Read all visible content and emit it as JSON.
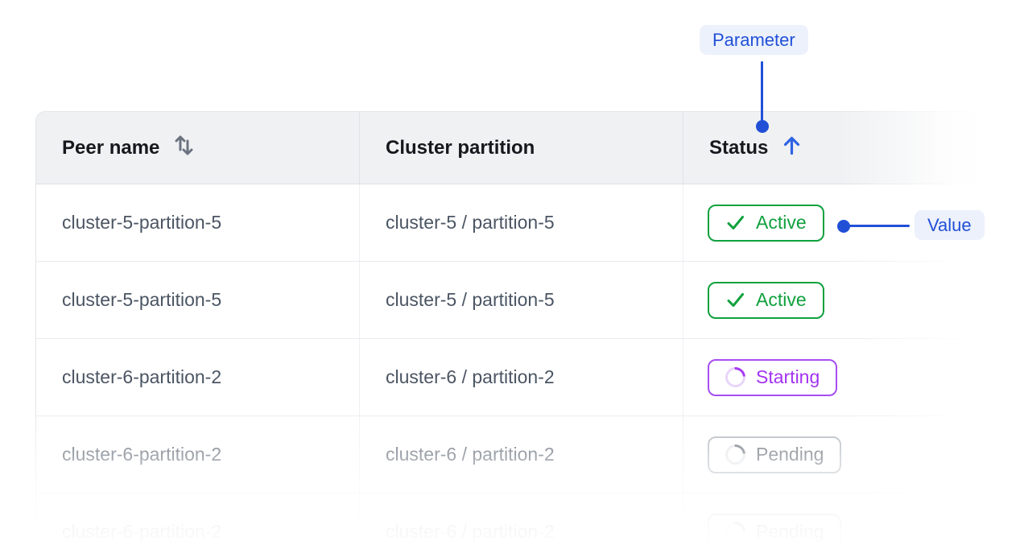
{
  "annotations": {
    "parameter_label": "Parameter",
    "value_label": "Value"
  },
  "table": {
    "columns": [
      {
        "label": "Peer name",
        "sort_icon": "sort-both-icon",
        "sort_state": "unsorted"
      },
      {
        "label": "Cluster partition",
        "sort_icon": "none",
        "sort_state": "none"
      },
      {
        "label": "Status",
        "sort_icon": "arrow-up-icon",
        "sort_state": "ascending"
      }
    ],
    "rows": [
      {
        "peer_name": "cluster-5-partition-5",
        "cluster_partition": "cluster-5 / partition-5",
        "status_label": "Active",
        "status_kind": "active",
        "status_icon": "check-icon"
      },
      {
        "peer_name": "cluster-5-partition-5",
        "cluster_partition": "cluster-5 / partition-5",
        "status_label": "Active",
        "status_kind": "active",
        "status_icon": "check-icon"
      },
      {
        "peer_name": "cluster-6-partition-2",
        "cluster_partition": "cluster-6 / partition-2",
        "status_label": "Starting",
        "status_kind": "starting",
        "status_icon": "spinner-icon"
      },
      {
        "peer_name": "cluster-6-partition-2",
        "cluster_partition": "cluster-6 / partition-2",
        "status_label": "Pending",
        "status_kind": "pending",
        "status_icon": "spinner-icon"
      },
      {
        "peer_name": "cluster-6-partition-2",
        "cluster_partition": "cluster-6 / partition-2",
        "status_label": "Pending",
        "status_kind": "pending",
        "status_icon": "spinner-icon"
      }
    ]
  },
  "colors": {
    "annotation_blue": "#2150d7",
    "annotation_chip_bg": "#ecf1fb",
    "sort_arrow_blue": "#2e63e3",
    "status_active_green": "#10a13e",
    "status_starting_purple": "#a63af2",
    "status_pending_gray": "#8a919b",
    "header_bg": "#f0f1f3",
    "header_text": "#15181d",
    "cell_text": "#4b5563"
  }
}
